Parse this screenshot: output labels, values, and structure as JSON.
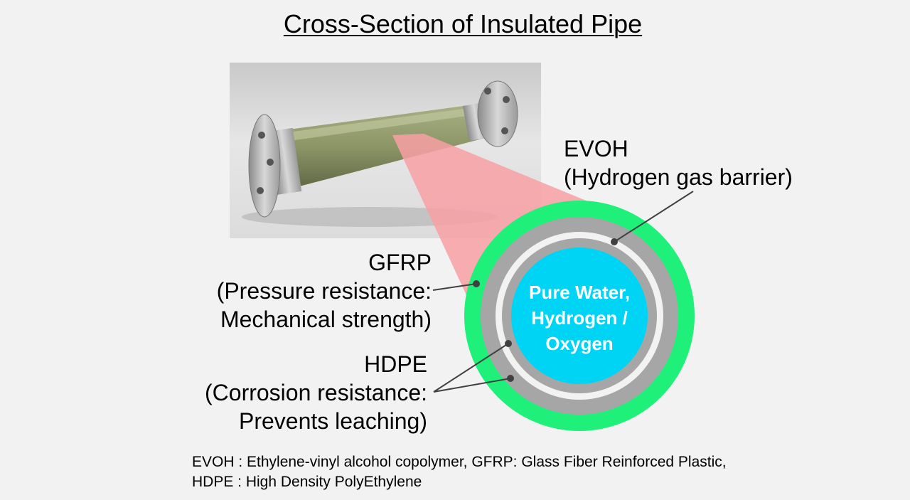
{
  "title": "Cross-Section of Insulated Pipe",
  "photo": {
    "icon": "insulated-pipe-photo",
    "tube_color": "#7f8a5c",
    "flange_color": "#b9b9b9"
  },
  "cross_section": {
    "core_lines": [
      "Pure Water,",
      "Hydrogen /",
      "Oxygen"
    ],
    "colors": {
      "outer_gfrp": "#1ef07a",
      "hdpe": "#a6a6a6",
      "evoh": "#f2f2f2",
      "core": "#00d4f5",
      "highlight_beam": "#f8a0a4"
    }
  },
  "labels": {
    "evoh": {
      "name": "EVOH",
      "desc": "(Hydrogen gas barrier)"
    },
    "gfrp": {
      "name": "GFRP",
      "desc1": "(Pressure resistance:",
      "desc2": "Mechanical strength)"
    },
    "hdpe": {
      "name": "HDPE",
      "desc1": "(Corrosion resistance:",
      "desc2": "Prevents leaching)"
    }
  },
  "footnote": {
    "line1": "EVOH : Ethylene-vinyl alcohol copolymer, GFRP: Glass Fiber Reinforced Plastic,",
    "line2": "HDPE : High Density PolyEthylene"
  }
}
